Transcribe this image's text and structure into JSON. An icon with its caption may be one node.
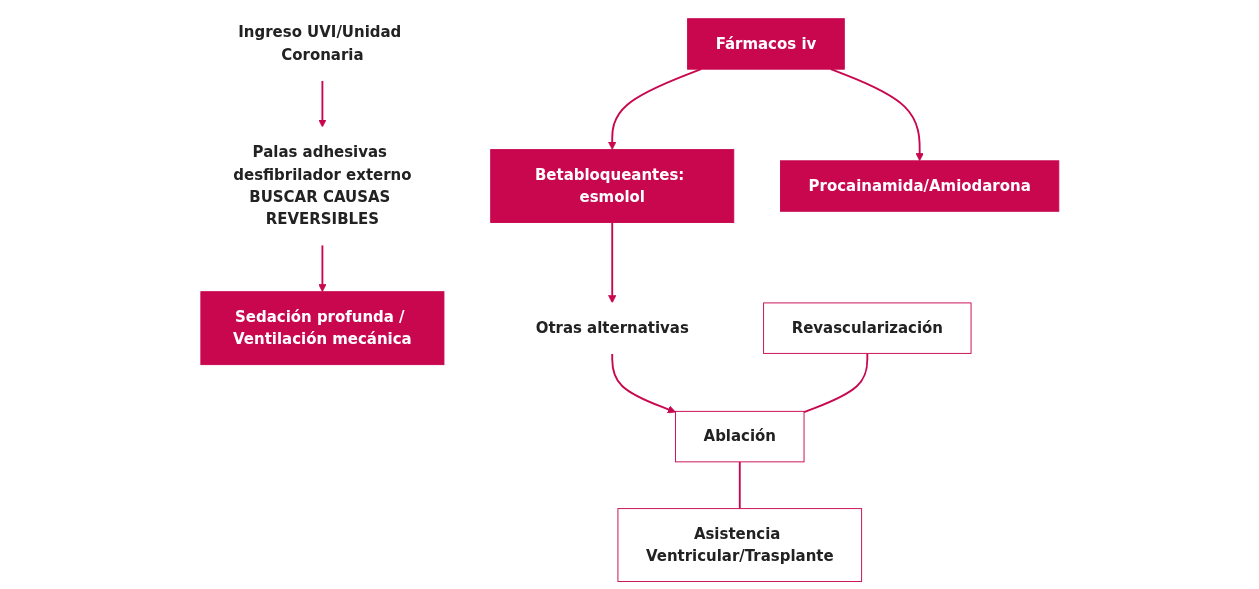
{
  "diagram": {
    "nodes": [
      {
        "text": [
          "Ingreso UVI/Unidad Coronaria"
        ]
      },
      {
        "text": [
          "Palas adhesivas desfibrilador externo",
          "BUSCAR CAUSAS REVERSIBLES"
        ]
      },
      {
        "text": [
          "Sedación profunda / Ventilación mecánica"
        ]
      },
      {
        "text": [
          "Fármacos iv"
        ]
      },
      {
        "text": [
          "Betabloqueantes: esmolol"
        ]
      },
      {
        "text": [
          "Procainamida/Amiodarona"
        ]
      },
      {
        "text": [
          "Otras alternativas"
        ]
      },
      {
        "text": [
          "Revascularización"
        ]
      },
      {
        "text": [
          "Ablación"
        ]
      },
      {
        "text": [
          "Asistencia Ventricular/Trasplante"
        ]
      }
    ],
    "edges": [
      {
        "from": 0,
        "to": 1,
        "arrow": "to"
      },
      {
        "from": 1,
        "to": 2,
        "arrow": "to"
      },
      {
        "from": 3,
        "to": 4,
        "arrow": "to"
      },
      {
        "from": 3,
        "to": 5,
        "arrow": "to"
      },
      {
        "from": 4,
        "to": 6,
        "arrow": "to"
      },
      {
        "from": 6,
        "to": 8,
        "arrow": "to"
      },
      {
        "from": 7,
        "to": 8,
        "arrow": "none"
      },
      {
        "from": 8,
        "to": 9,
        "arrow": "none"
      }
    ]
  }
}
